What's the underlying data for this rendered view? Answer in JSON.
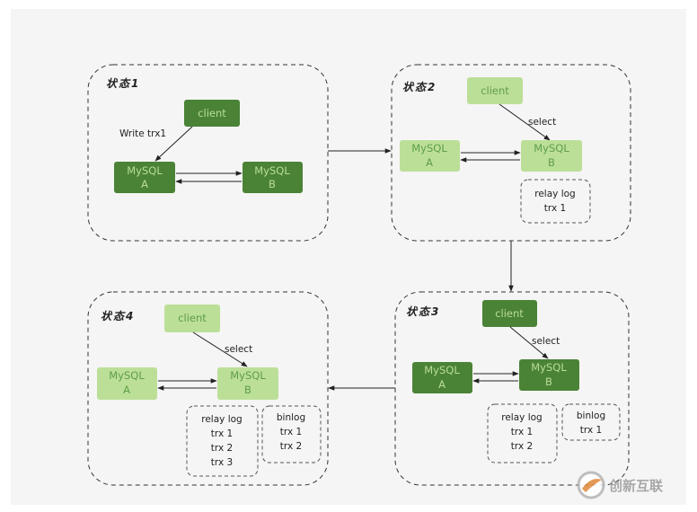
{
  "colors": {
    "canvas_bg": "#f5f5f5",
    "dark_fill": "#4a8336",
    "light_fill": "#bcdf98",
    "dark_text": "#b9dd98",
    "light_text": "#5e9e45"
  },
  "states": [
    {
      "title": "状态1",
      "client": "client",
      "client_note": "Write trx1",
      "node_a": {
        "name": "MySQL",
        "id": "A"
      },
      "node_b": {
        "name": "MySQL",
        "id": "B"
      }
    },
    {
      "title": "状态2",
      "client": "client",
      "client_note": "select",
      "node_a": {
        "name": "MySQL",
        "id": "A"
      },
      "node_b": {
        "name": "MySQL",
        "id": "B"
      },
      "relay_log": {
        "title": "relay log",
        "entries": [
          "trx 1"
        ]
      }
    },
    {
      "title": "状态3",
      "client": "client",
      "client_note": "select",
      "node_a": {
        "name": "MySQL",
        "id": "A"
      },
      "node_b": {
        "name": "MySQL",
        "id": "B"
      },
      "relay_log": {
        "title": "relay log",
        "entries": [
          "trx 1",
          "trx 2"
        ]
      },
      "binlog": {
        "title": "binlog",
        "entries": [
          "trx 1"
        ]
      }
    },
    {
      "title": "状态4",
      "client": "client",
      "client_note": "select",
      "node_a": {
        "name": "MySQL",
        "id": "A"
      },
      "node_b": {
        "name": "MySQL",
        "id": "B"
      },
      "relay_log": {
        "title": "relay log",
        "entries": [
          "trx 1",
          "trx 2",
          "trx 3"
        ]
      },
      "binlog": {
        "title": "binlog",
        "entries": [
          "trx 1",
          "trx 2"
        ]
      }
    }
  ],
  "watermark": "创新互联"
}
